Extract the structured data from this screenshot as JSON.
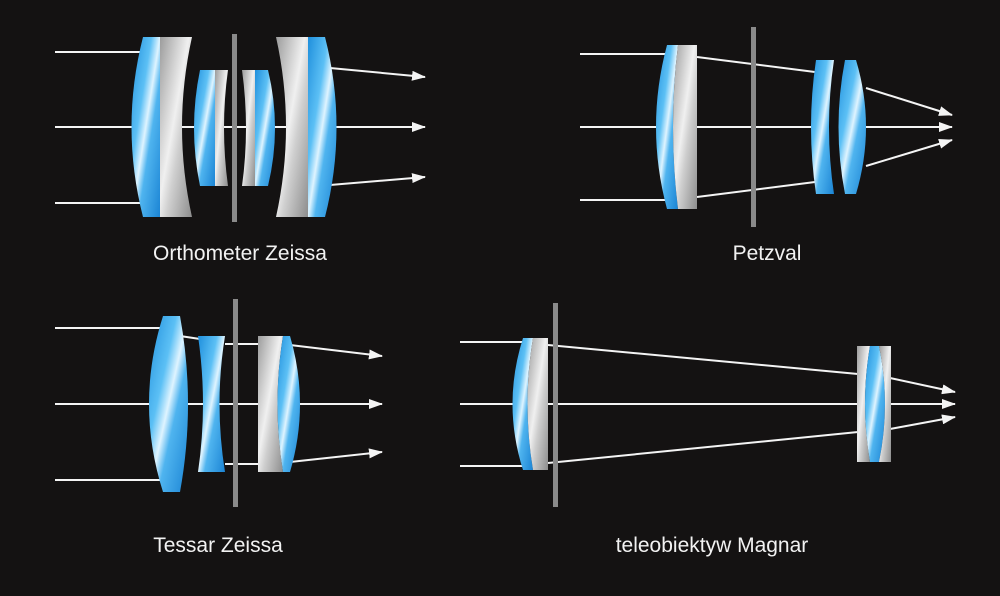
{
  "diagrams": [
    {
      "id": "orthometer",
      "label": "Orthometer Zeissa"
    },
    {
      "id": "petzval",
      "label": "Petzval"
    },
    {
      "id": "tessar",
      "label": "Tessar Zeissa"
    },
    {
      "id": "magnar",
      "label": "teleobiektyw Magnar"
    }
  ],
  "colors": {
    "background": "#141212",
    "glass_blue": "#2f9fe6",
    "glass_highlight": "#cfeeff",
    "glass_grey": "#b9b9b9",
    "ray": "#f4f4f4",
    "aperture_stop": "#8a8a8a",
    "caption": "#f2f2f2"
  }
}
